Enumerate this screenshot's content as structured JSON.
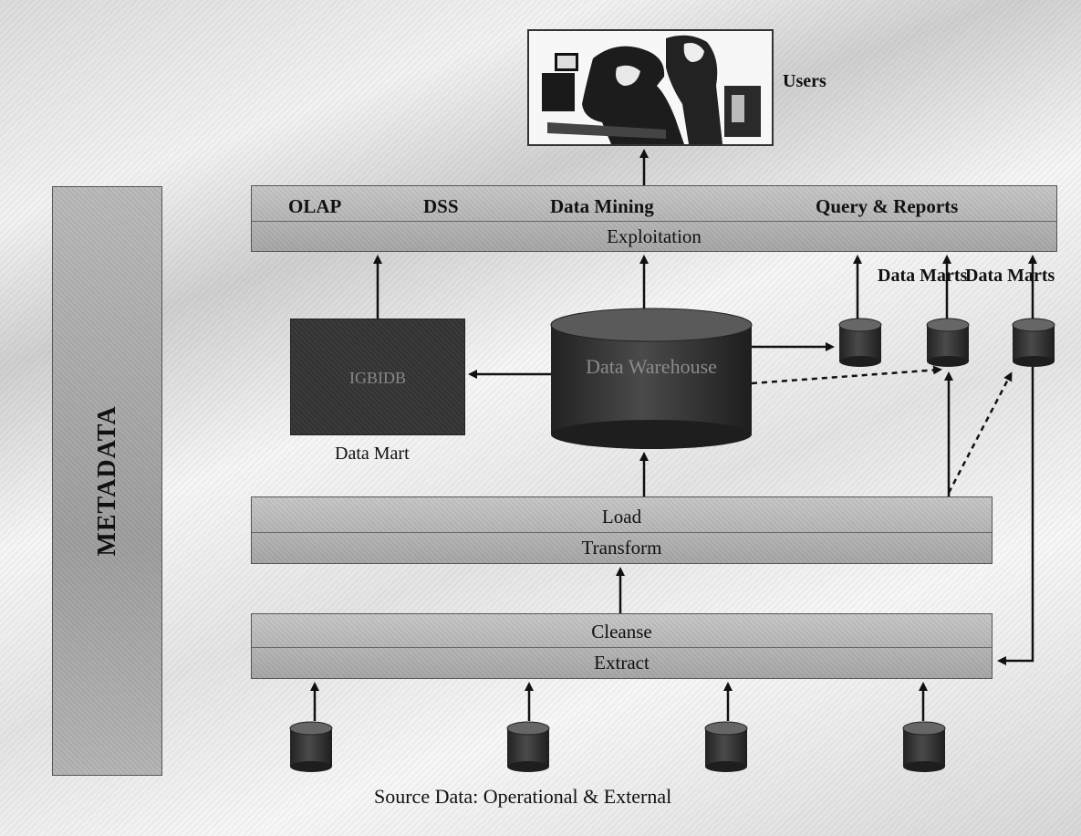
{
  "users": {
    "label": "Users"
  },
  "sidebar": {
    "label": "METADATA"
  },
  "exploitation": {
    "tools": [
      "OLAP",
      "DSS",
      "Data Mining",
      "Query & Reports"
    ],
    "label": "Exploitation"
  },
  "data_marts": {
    "labels": [
      "Data Marts",
      "Data Marts"
    ],
    "main_box": {
      "text": "IGBIDB",
      "caption": "Data Mart"
    }
  },
  "warehouse": {
    "label": "Data Warehouse"
  },
  "load_transform": {
    "top": "Load",
    "bottom": "Transform"
  },
  "cleanse_extract": {
    "top": "Cleanse",
    "bottom": "Extract"
  },
  "sources": {
    "caption": "Source Data: Operational & External",
    "count": 4
  },
  "colors": {
    "bar": "#b5b5b5",
    "dark": "#2e2e2e",
    "line": "#111111"
  }
}
